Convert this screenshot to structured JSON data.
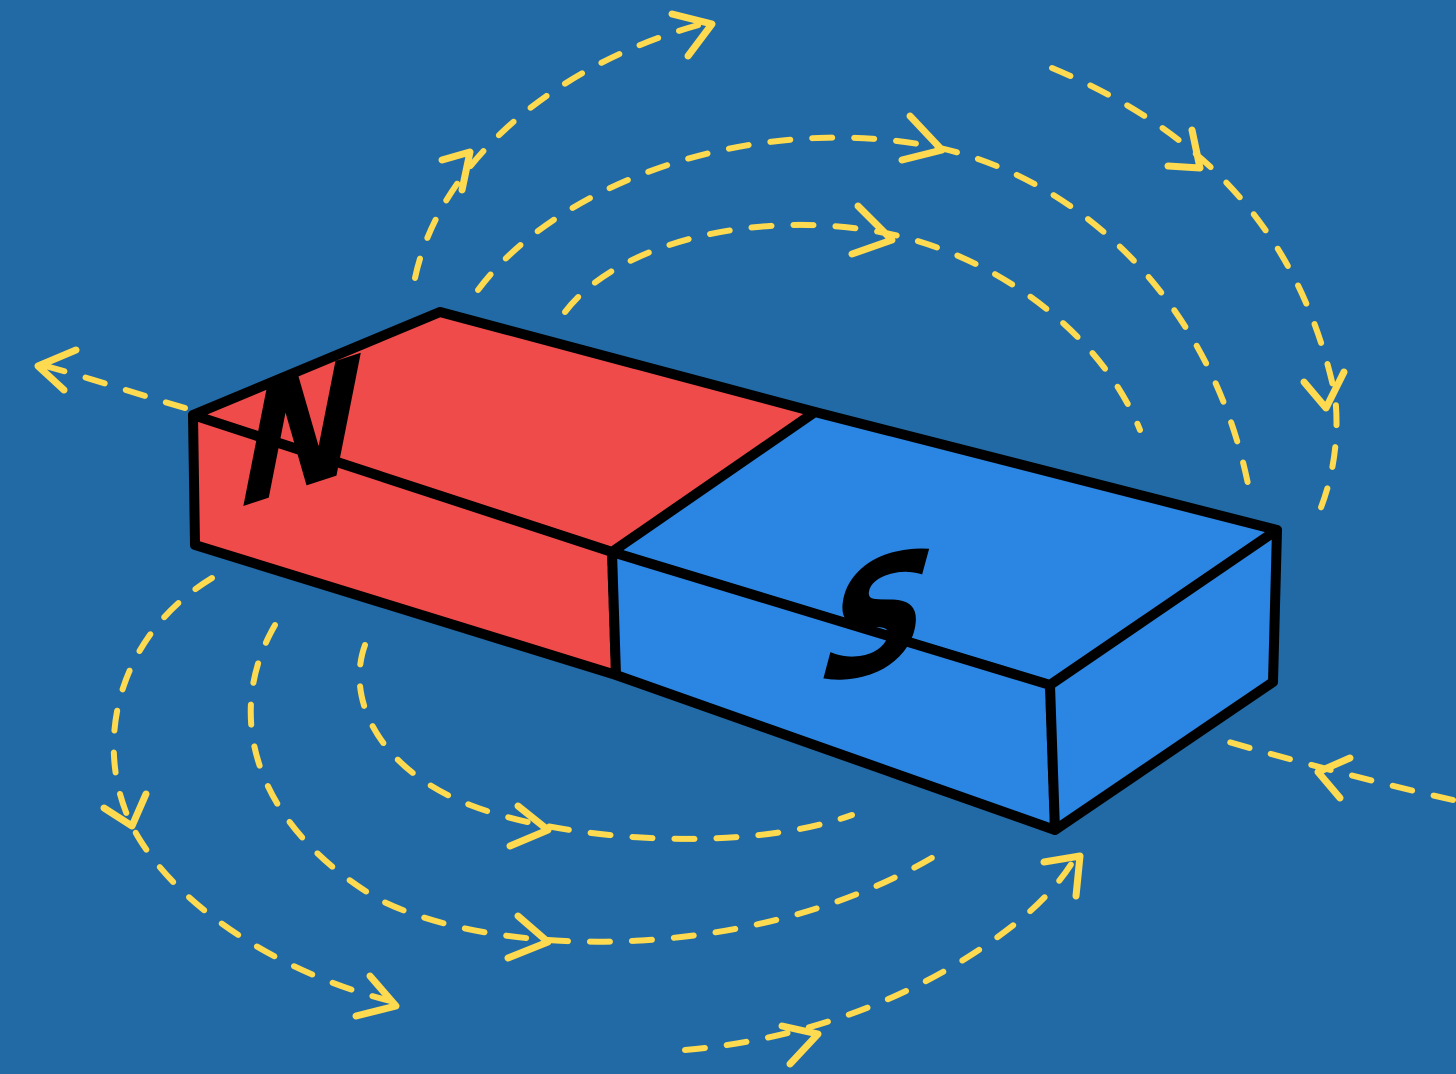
{
  "colors": {
    "background": "#216AA6",
    "north_pole": "#EF4B4B",
    "south_pole": "#2B85E3",
    "outline": "#000000",
    "field_lines": "#FDDA50"
  },
  "magnet": {
    "north_label": "N",
    "south_label": "S"
  },
  "field_lines": {
    "style": "dashed",
    "direction": "north-to-south",
    "arrow_icon": "open-arrowhead-icon"
  }
}
